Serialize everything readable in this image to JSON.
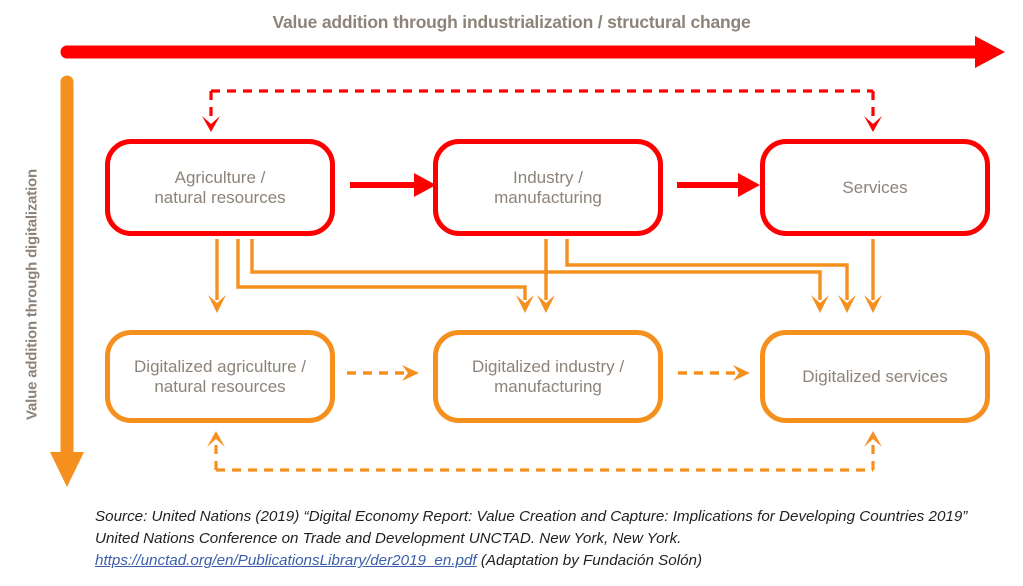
{
  "axes": {
    "top_title": "Value addition through industrialization / structural change",
    "left_title": "Value addition through digitalization",
    "top_arrow_color": "#FF0000",
    "left_arrow_color": "#F5901F"
  },
  "colors": {
    "red": "#FF0000",
    "orange": "#F5901F",
    "text_gray": "#8D8379",
    "link_blue": "#3B5FA8",
    "body_text": "#231F20",
    "background": "#FFFFFF"
  },
  "nodes": {
    "top_row": [
      {
        "id": "agriculture",
        "label": "Agriculture /\nnatural resources",
        "color": "#FF0000"
      },
      {
        "id": "industry",
        "label": "Industry /\nmanufacturing",
        "color": "#FF0000"
      },
      {
        "id": "services",
        "label": "Services",
        "color": "#FF0000"
      }
    ],
    "bottom_row": [
      {
        "id": "digitalized-agriculture",
        "label": "Digitalized agriculture /\nnatural resources",
        "color": "#F5901F"
      },
      {
        "id": "digitalized-industry",
        "label": "Digitalized industry /\nmanufacturing",
        "color": "#F5901F"
      },
      {
        "id": "digitalized-services",
        "label": "Digitalized services",
        "color": "#F5901F"
      }
    ]
  },
  "connectors": {
    "top_solid_arrows": [
      {
        "from": "agriculture",
        "to": "industry",
        "style": "solid",
        "color": "#FF0000"
      },
      {
        "from": "industry",
        "to": "services",
        "style": "solid",
        "color": "#FF0000"
      }
    ],
    "bottom_solid_arrows": [
      {
        "from": "digitalized-agriculture",
        "to": "digitalized-industry",
        "style": "dashed",
        "color": "#F5901F"
      },
      {
        "from": "digitalized-industry",
        "to": "digitalized-services",
        "style": "dashed",
        "color": "#F5901F"
      }
    ],
    "top_feedback": {
      "style": "dashed",
      "color": "#FF0000",
      "targets": [
        "agriculture",
        "services"
      ],
      "description": "dashed feedback loop above top row with arrowheads pointing down into Agriculture and Services"
    },
    "bottom_feedback": {
      "style": "dashed",
      "color": "#F5901F",
      "targets": [
        "digitalized-agriculture",
        "digitalized-services"
      ],
      "description": "dashed feedback loop below bottom row with arrowheads pointing up into Digitalized agriculture and Digitalized services"
    },
    "vertical_links": {
      "style": "solid",
      "color": "#F5901F",
      "description": "orange solid routed links from each top-row node down into each bottom-row node"
    }
  },
  "source": {
    "line1": "Source: United Nations (2019) “Digital Economy Report: Value Creation and Capture: Implications for Developing",
    "line2": "Countries 2019” United Nations Conference on Trade and Development UNCTAD. New York, New York.",
    "url": "https://unctad.org/en/PublicationsLibrary/der2019_en.pdf",
    "adaptation": " (Adaptation by Fundación Solón)"
  }
}
